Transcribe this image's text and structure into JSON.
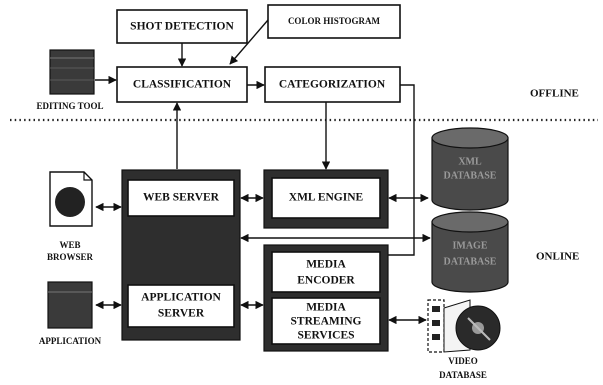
{
  "offline_label": "OFFLINE",
  "online_label": "ONLINE",
  "boxes": {
    "shot_detection": "SHOT DETECTION",
    "color_histogram": "COLOR HISTOGRAM",
    "classification": "CLASSIFICATION",
    "categorization": "CATEGORIZATION",
    "web_server": "WEB SERVER",
    "xml_engine": "XML ENGINE",
    "application_server_1": "APPLICATION",
    "application_server_2": "SERVER",
    "media_encoder_1": "MEDIA",
    "media_encoder_2": "ENCODER",
    "media_streaming_1": "MEDIA",
    "media_streaming_2": "STREAMING",
    "media_streaming_3": "SERVICES"
  },
  "clients": {
    "editing_tool": "EDITING TOOL",
    "web_browser_1": "WEB",
    "web_browser_2": "BROWSER",
    "application": "APPLICATION"
  },
  "databases": {
    "xml_db_1": "XML",
    "xml_db_2": "DATABASE",
    "image_db_1": "IMAGE",
    "image_db_2": "DATABASE",
    "video_db_1": "VIDEO",
    "video_db_2": "DATABASE"
  }
}
